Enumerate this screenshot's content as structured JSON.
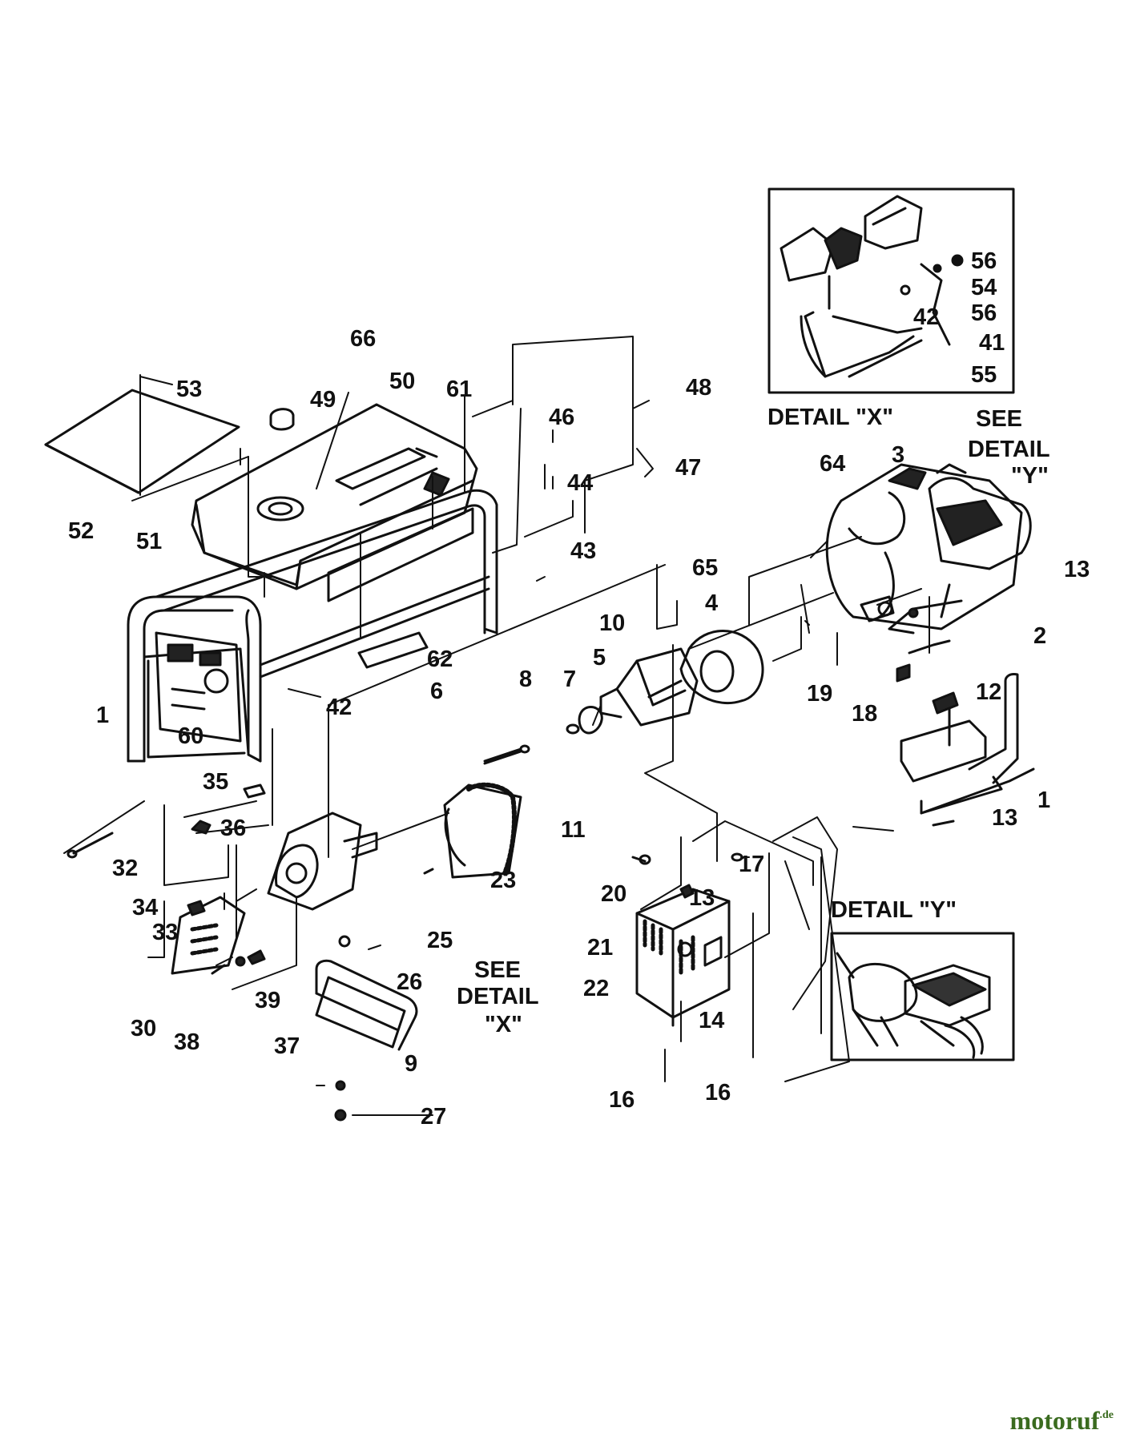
{
  "part_labels": [
    {
      "id": "53",
      "text": "53"
    },
    {
      "id": "52",
      "text": "52"
    },
    {
      "id": "51",
      "text": "51"
    },
    {
      "id": "66",
      "text": "66"
    },
    {
      "id": "49",
      "text": "49"
    },
    {
      "id": "50",
      "text": "50"
    },
    {
      "id": "61",
      "text": "61"
    },
    {
      "id": "48",
      "text": "48"
    },
    {
      "id": "46",
      "text": "46"
    },
    {
      "id": "47",
      "text": "47"
    },
    {
      "id": "44",
      "text": "44"
    },
    {
      "id": "43",
      "text": "43"
    },
    {
      "id": "62",
      "text": "62"
    },
    {
      "id": "42a",
      "text": "42"
    },
    {
      "id": "1a",
      "text": "1"
    },
    {
      "id": "60",
      "text": "60"
    },
    {
      "id": "6",
      "text": "6"
    },
    {
      "id": "8",
      "text": "8"
    },
    {
      "id": "7",
      "text": "7"
    },
    {
      "id": "10",
      "text": "10"
    },
    {
      "id": "5",
      "text": "5"
    },
    {
      "id": "65",
      "text": "65"
    },
    {
      "id": "4",
      "text": "4"
    },
    {
      "id": "11",
      "text": "11"
    },
    {
      "id": "23",
      "text": "23"
    },
    {
      "id": "35",
      "text": "35"
    },
    {
      "id": "36",
      "text": "36"
    },
    {
      "id": "32",
      "text": "32"
    },
    {
      "id": "34",
      "text": "34"
    },
    {
      "id": "33",
      "text": "33"
    },
    {
      "id": "25",
      "text": "25"
    },
    {
      "id": "26",
      "text": "26"
    },
    {
      "id": "30",
      "text": "30"
    },
    {
      "id": "39",
      "text": "39"
    },
    {
      "id": "38",
      "text": "38"
    },
    {
      "id": "37",
      "text": "37"
    },
    {
      "id": "9",
      "text": "9"
    },
    {
      "id": "27",
      "text": "27"
    },
    {
      "id": "64",
      "text": "64"
    },
    {
      "id": "3",
      "text": "3"
    },
    {
      "id": "13a",
      "text": "13"
    },
    {
      "id": "2",
      "text": "2"
    },
    {
      "id": "19",
      "text": "19"
    },
    {
      "id": "12",
      "text": "12"
    },
    {
      "id": "18",
      "text": "18"
    },
    {
      "id": "1b",
      "text": "1"
    },
    {
      "id": "13b",
      "text": "13"
    },
    {
      "id": "17",
      "text": "17"
    },
    {
      "id": "20",
      "text": "20"
    },
    {
      "id": "13c",
      "text": "13"
    },
    {
      "id": "21",
      "text": "21"
    },
    {
      "id": "22",
      "text": "22"
    },
    {
      "id": "14",
      "text": "14"
    },
    {
      "id": "16a",
      "text": "16"
    },
    {
      "id": "16b",
      "text": "16"
    },
    {
      "id": "56a",
      "text": "56"
    },
    {
      "id": "54",
      "text": "54"
    },
    {
      "id": "56b",
      "text": "56"
    },
    {
      "id": "42b",
      "text": "42"
    },
    {
      "id": "41",
      "text": "41"
    },
    {
      "id": "55",
      "text": "55"
    }
  ],
  "captions": {
    "detail_x": "DETAIL \"X\"",
    "detail_y": "DETAIL \"Y\"",
    "see_detail_y_1": "SEE",
    "see_detail_y_2": "DETAIL",
    "see_detail_y_3": "\"Y\"",
    "see_detail_x_1": "SEE",
    "see_detail_x_2": "DETAIL",
    "see_detail_x_3": "\"X\""
  },
  "watermark": {
    "brand": "motoruf",
    "tld": ".de"
  }
}
